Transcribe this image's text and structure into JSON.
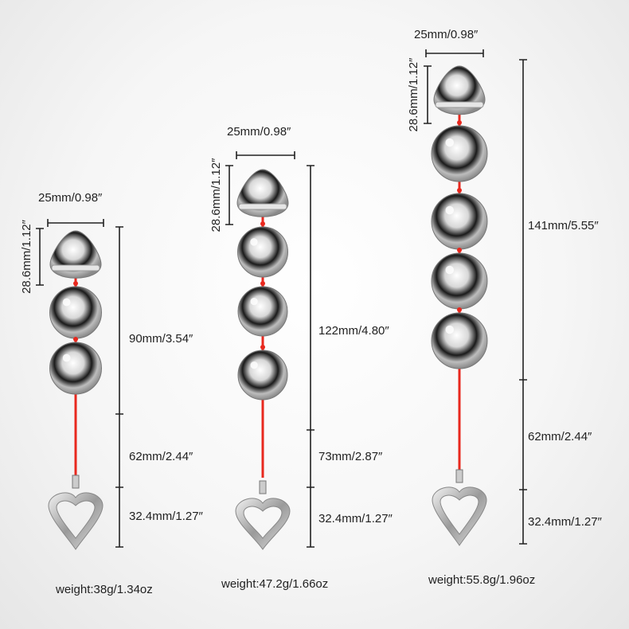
{
  "products": [
    {
      "width_label": "25mm/0.98″",
      "head_height_label": "28.6mm/1.12″",
      "beads_length_label": "90mm/3.54″",
      "cord_length_label": "62mm/2.44″",
      "handle_length_label": "32.4mm/1.27″",
      "weight_label": "weight:38g/1.34oz",
      "ball_count": 2
    },
    {
      "width_label": "25mm/0.98″",
      "head_height_label": "28.6mm/1.12″",
      "beads_length_label": "122mm/4.80″",
      "cord_length_label": "73mm/2.87″",
      "handle_length_label": "32.4mm/1.27″",
      "weight_label": "weight:47.2g/1.66oz",
      "ball_count": 3
    },
    {
      "width_label": "25mm/0.98″",
      "head_height_label": "28.6mm/1.12″",
      "beads_length_label": "141mm/5.55″",
      "cord_length_label": "62mm/2.44″",
      "handle_length_label": "32.4mm/1.27″",
      "weight_label": "weight:55.8g/1.96oz",
      "ball_count": 4
    }
  ],
  "colors": {
    "cord": "#e8281e",
    "dimension_lines": "#222222"
  }
}
